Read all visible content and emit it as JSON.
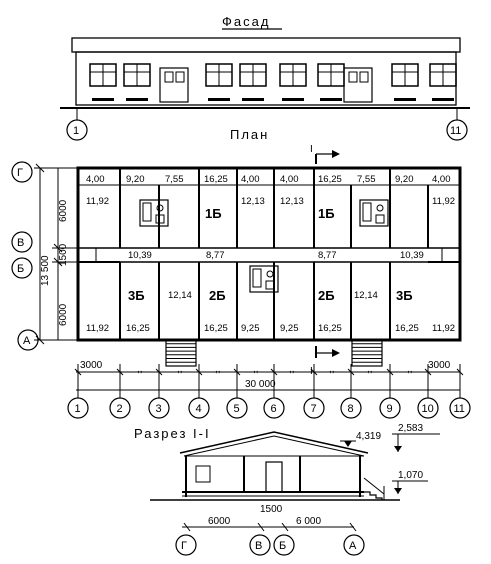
{
  "titles": {
    "facade": "Фасад",
    "plan": "План",
    "section": "Разрез I-I"
  },
  "section_mark": "I",
  "axes_columns": [
    "1",
    "2",
    "3",
    "4",
    "5",
    "6",
    "7",
    "8",
    "9",
    "10",
    "11"
  ],
  "axes_rows": [
    "Г",
    "В",
    "Б",
    "А"
  ],
  "plan_dims": {
    "total_length": "30 000",
    "end_bay": "3000",
    "ditto": ",,",
    "total_depth": "13 500",
    "depth_top": "6000",
    "depth_mid": "1500",
    "depth_bottom": "6000"
  },
  "rooms_top": [
    "4,00",
    "9,20",
    "7,55",
    "16,25",
    "4,00",
    "4,00",
    "16,25",
    "7,55",
    "9,20",
    "4,00"
  ],
  "rooms_top_second": [
    "11,92",
    "12,13",
    "12,13",
    "11,92"
  ],
  "rooms_mid": [
    "10,39",
    "8,77",
    "8,77",
    "10,39"
  ],
  "rooms_small": [
    "12,14",
    "12,14"
  ],
  "rooms_bottom": [
    "11,92",
    "16,25",
    "16,25",
    "9,25",
    "9,25",
    "16,25",
    "16,25",
    "11,92"
  ],
  "apartments": [
    "1Б",
    "1Б",
    "3Б",
    "2Б",
    "2Б",
    "3Б"
  ],
  "section_dims": {
    "ridge": "4,319",
    "eave": "2,583",
    "floor": "1,070",
    "span_left": "6000",
    "span_mid": "1500",
    "span_right": "6 000"
  }
}
